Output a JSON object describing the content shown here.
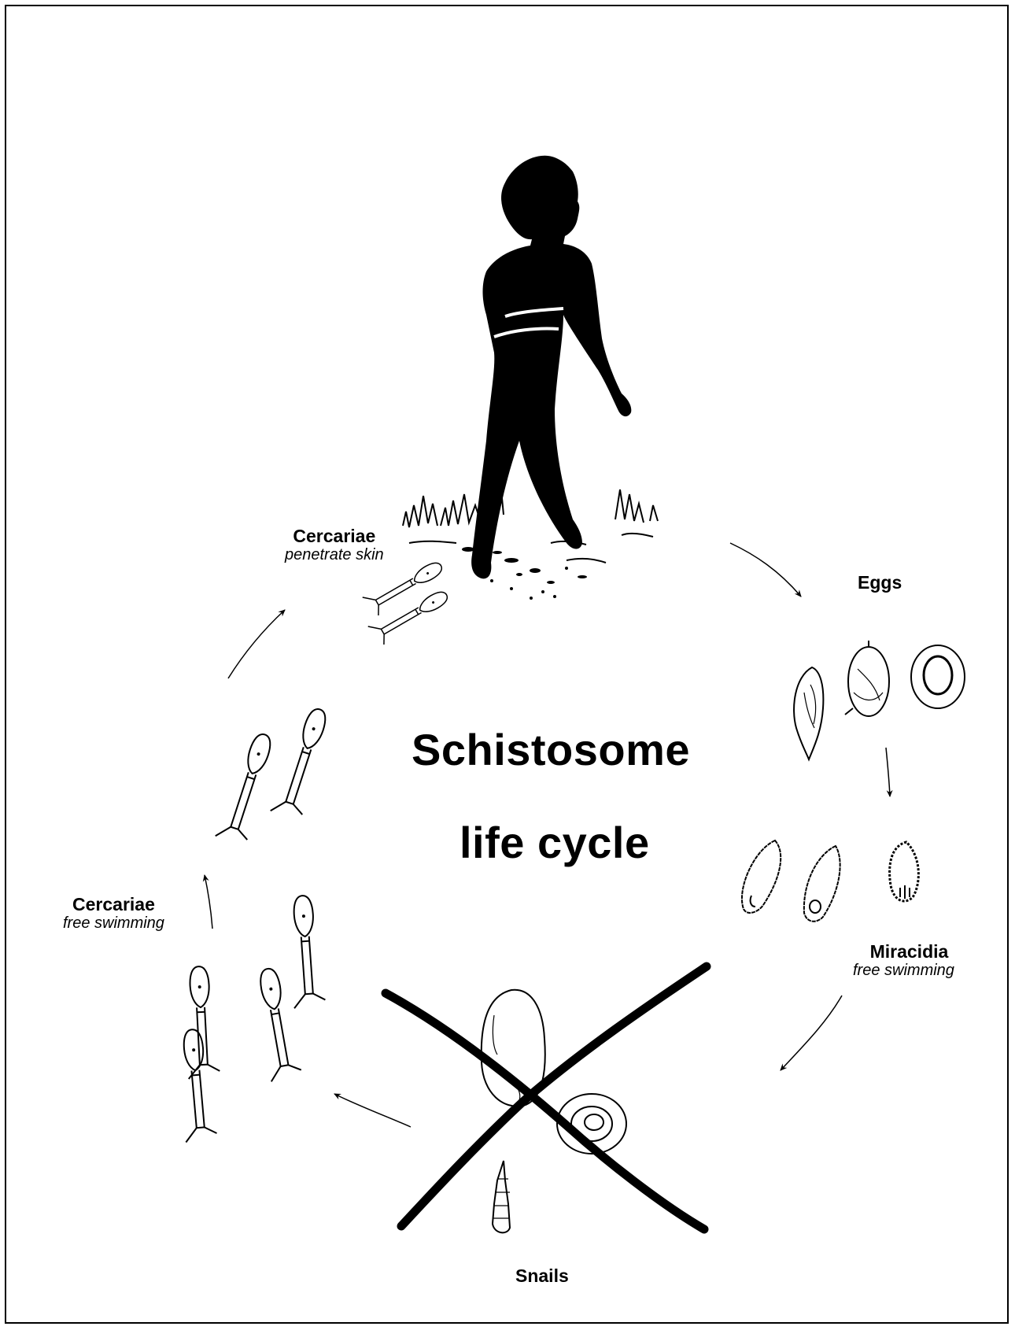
{
  "diagram": {
    "title": {
      "line1": "Schistosome",
      "line2": "life cycle"
    },
    "stages": {
      "cercariae_penetrate": {
        "label": "Cercariae",
        "detail": "penetrate skin"
      },
      "eggs": {
        "label": "Eggs"
      },
      "miracidia": {
        "label": "Miracidia",
        "detail": "free swimming"
      },
      "snails": {
        "label": "Snails"
      },
      "cercariae_free": {
        "label": "Cercariae",
        "detail": "free swimming"
      }
    },
    "colors": {
      "ink": "#000000",
      "background": "#ffffff"
    },
    "icons": [
      "human-silhouette-icon",
      "egg-icon",
      "miracidium-icon",
      "snail-icon",
      "cercaria-icon",
      "cross-out-icon",
      "arrow-icon"
    ]
  }
}
